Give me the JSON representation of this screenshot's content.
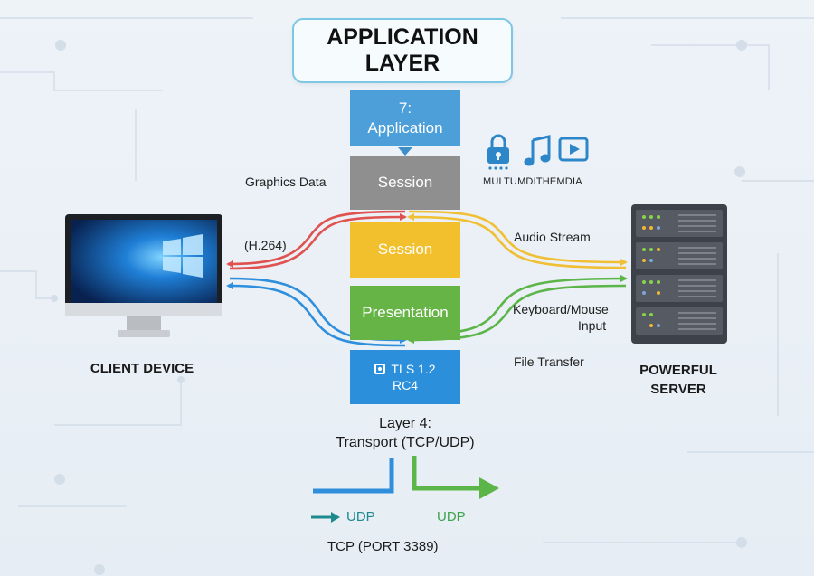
{
  "title": {
    "line1": "APPLICATION",
    "line2": "LAYER"
  },
  "layers": {
    "app": {
      "num": "7:",
      "name": "Application"
    },
    "session_upper": "Session",
    "session_lower": "Session",
    "presentation": "Presentation",
    "security": {
      "line1": "TLS 1.2",
      "line2": "RC4"
    }
  },
  "labels": {
    "graphics_data": "Graphics Data",
    "h264": "(H.264)",
    "audio_stream": "Audio Stream",
    "keyboard_line1": "Keyboard/Mouse",
    "keyboard_line2": "Input",
    "file_transfer": "File Transfer",
    "multimedia": "MULTUMDITHEMDIA"
  },
  "client": {
    "label": "CLIENT DEVICE"
  },
  "server": {
    "line1": "POWERFUL",
    "line2": "SERVER"
  },
  "transport": {
    "line1": "Layer 4:",
    "line2": "Transport (TCP/UDP)",
    "udp_left": "UDP",
    "udp_right": "UDP",
    "tcp": "TCP (PORT 3389)"
  },
  "colors": {
    "application": "#4d9fd9",
    "session_upper": "#8f8f8f",
    "session_lower": "#f2c02d",
    "presentation": "#65b445",
    "security": "#2b8fdb",
    "flow_red": "#e0524f",
    "flow_yellow": "#f0bf33",
    "flow_green": "#5cb548",
    "flow_blue": "#2f8fdc",
    "udp_teal": "#1f8a8e",
    "udp_green": "#3fa34a"
  },
  "icons": [
    "lock-icon",
    "music-note-icon",
    "play-icon",
    "tls-icon",
    "monitor-icon",
    "server-rack-icon"
  ]
}
